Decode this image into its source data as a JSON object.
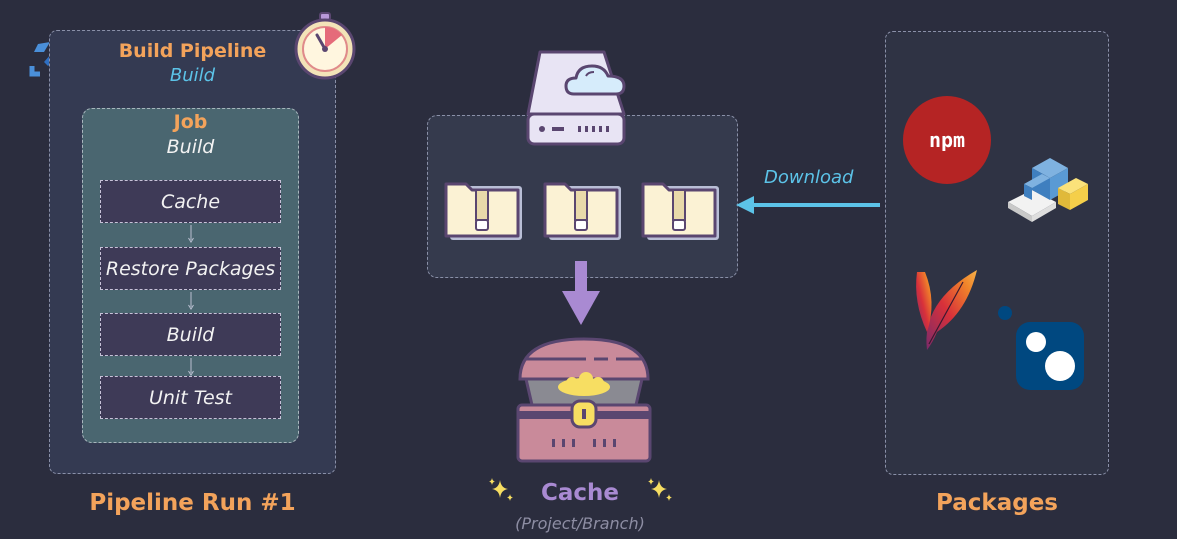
{
  "pipeline": {
    "title": "Build Pipeline",
    "subtitle": "Build",
    "run_label": "Pipeline Run #1",
    "job": {
      "title": "Job",
      "subtitle": "Build",
      "steps": [
        "Cache",
        "Restore Packages",
        "Build",
        "Unit Test"
      ]
    }
  },
  "storage": {
    "download_label": "Download",
    "cache_label": "Cache",
    "cache_sub": "(Project/Branch)"
  },
  "packages": {
    "label": "Packages",
    "logos": [
      "npm-logo",
      "python-logo",
      "apache-maven-logo",
      "nuget-logo"
    ],
    "npm_text": "npm"
  },
  "colors": {
    "background": "#2b2d3e",
    "orange_accent": "#f3a35b",
    "blue_accent": "#5cc3e8",
    "purple_accent": "#a98ad2"
  }
}
